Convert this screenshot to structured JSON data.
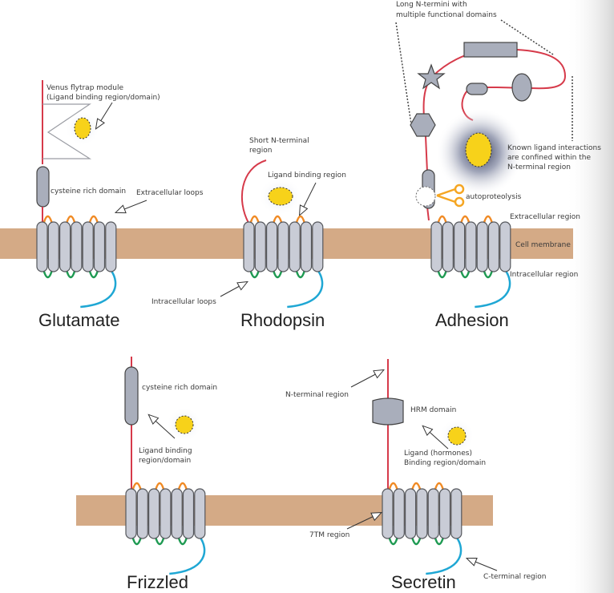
{
  "colors": {
    "membrane": "#d4aa86",
    "helix_fill": "#c9ccd6",
    "helix_stroke": "#55575c",
    "n_terminus": "#d63a4a",
    "extracellular_loop": "#f08a24",
    "intracellular_loop": "#1e9a52",
    "c_terminus": "#1fa7d4",
    "ligand": "#f7d21a",
    "domain_fill": "#a9aebb"
  },
  "regions": {
    "extracellular": "Extracellular region",
    "membrane": "Cell membrane",
    "intracellular": "Intracellular region"
  },
  "families": {
    "glutamate": {
      "title": "Glutamate",
      "labels": {
        "vft_1": "Venus flytrap module",
        "vft_2": "(Ligand binding region/domain)",
        "crd": "cysteine rich domain",
        "ecl": "Extracellular loops"
      }
    },
    "rhodopsin": {
      "title": "Rhodopsin",
      "labels": {
        "nterm_1": "Short N-terminal",
        "nterm_2": "region",
        "ligand": "Ligand binding region",
        "icl": "Intracellular loops"
      }
    },
    "adhesion": {
      "title": "Adhesion",
      "labels": {
        "long_1": "Long N-termini with",
        "long_2": "multiple functional domains",
        "known_1": "Known ligand interactions",
        "known_2": "are confined within the",
        "known_3": "N-terminal region",
        "auto": "autoproteolysis"
      }
    },
    "frizzled": {
      "title": "Frizzled",
      "labels": {
        "crd": "cysteine rich domain",
        "lig_1": "Ligand binding",
        "lig_2": "region/domain"
      }
    },
    "secretin": {
      "title": "Secretin",
      "labels": {
        "nterm": "N-terminal region",
        "hrm": "HRM domain",
        "lig_1": "Ligand (hormones)",
        "lig_2": "Binding region/domain",
        "tm": "7TM region",
        "cterm": "C-terminal region"
      }
    }
  }
}
